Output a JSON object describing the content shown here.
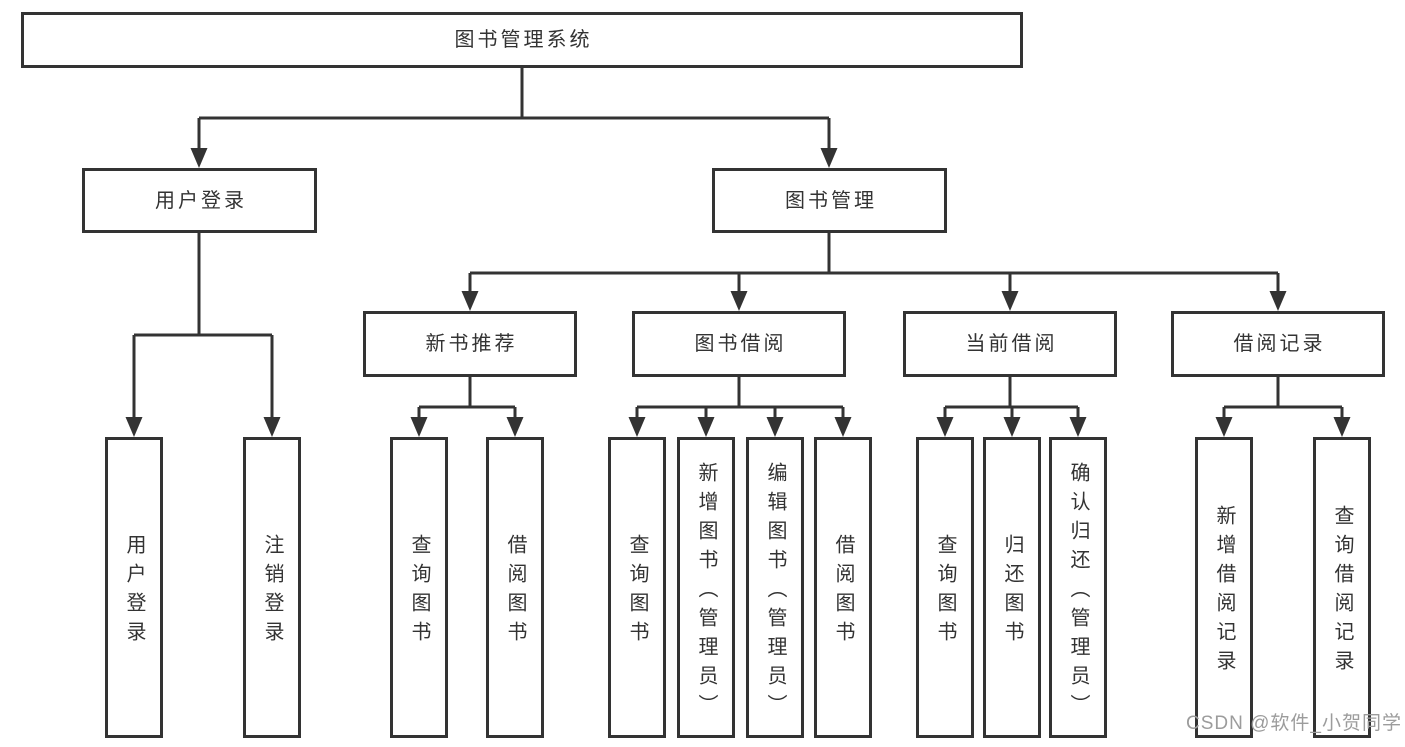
{
  "diagram": {
    "root": {
      "label": "图书管理系统"
    },
    "branches": [
      {
        "label": "用户登录",
        "leaves": [
          "用户登录",
          "注销登录"
        ]
      },
      {
        "label": "图书管理",
        "groups": [
          {
            "label": "新书推荐",
            "leaves": [
              "查询图书",
              "借阅图书"
            ]
          },
          {
            "label": "图书借阅",
            "leaves": [
              "查询图书",
              "新增图书（管理员）",
              "编辑图书（管理员）",
              "借阅图书"
            ]
          },
          {
            "label": "当前借阅",
            "leaves": [
              "查询图书",
              "归还图书",
              "确认归还（管理员）"
            ]
          },
          {
            "label": "借阅记录",
            "leaves": [
              "新增借阅记录",
              "查询借阅记录"
            ]
          }
        ]
      }
    ],
    "watermark": "CSDN @软件_小贺同学",
    "colors": {
      "line": "#333333",
      "box_border": "#333333",
      "text": "#333333",
      "watermark": "#9c9c9c",
      "background": "#ffffff"
    }
  }
}
